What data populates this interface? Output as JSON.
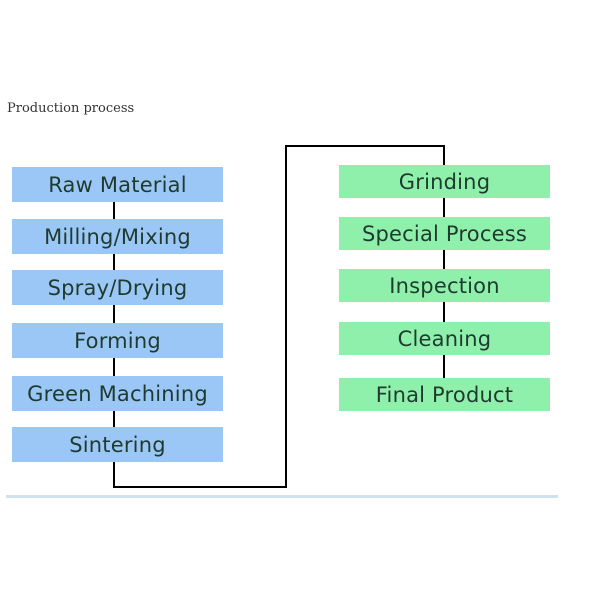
{
  "title": "Production process",
  "left_steps": [
    "Raw Material",
    "Milling/Mixing",
    "Spray/Drying",
    "Forming",
    "Green Machining",
    "Sintering"
  ],
  "right_steps": [
    "Grinding",
    "Special Process",
    "Inspection",
    "Cleaning",
    "Final Product"
  ],
  "colors": {
    "left_box": "#9bc7f7",
    "right_box": "#8ff0ac",
    "connector": "#000000",
    "text": "#1f3a2e"
  }
}
